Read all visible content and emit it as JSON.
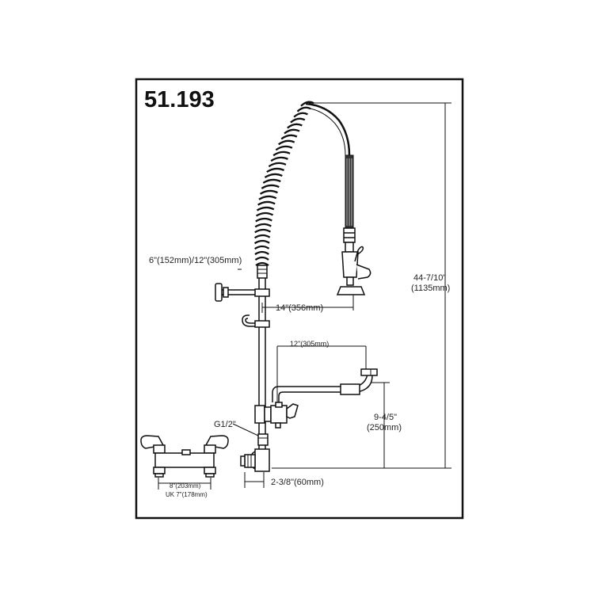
{
  "model_number": "51.193",
  "dimensions": {
    "riser_extension": "6\"(152mm)/12\"(305mm)",
    "arm_reach": "14\"(356mm)",
    "spout_length": "12\"(305mm)",
    "total_height_in": "44-7/10\"",
    "total_height_mm": "(1135mm)",
    "spout_height_in": "9-4/5\"",
    "spout_height_mm": "(250mm)",
    "inlet_thread": "G1/2\"",
    "wall_offset": "2-3/8\"(60mm)",
    "base_center": "8\"(203mm)",
    "base_center_uk": "UK 7\"(178mm)"
  }
}
